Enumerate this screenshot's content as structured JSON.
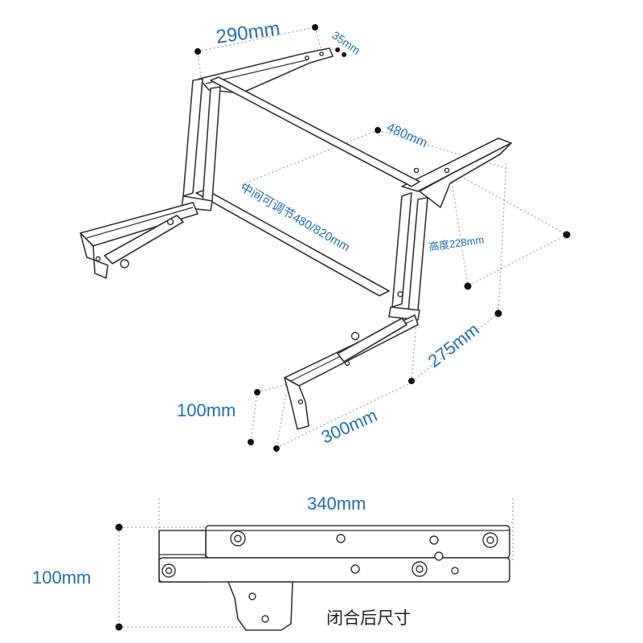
{
  "top_view": {
    "dim_290": "290mm",
    "dim_35": "35mm",
    "dim_480": "480mm",
    "dim_middle": "中间可调节480/820mm",
    "dim_height": "高度228mm",
    "dim_275": "275mm",
    "dim_100": "100mm",
    "dim_300": "300mm"
  },
  "closed_view": {
    "dim_340": "340mm",
    "dim_100": "100mm",
    "caption": "闭合后尺寸"
  },
  "colors": {
    "dimension_text": "#1f6fb2",
    "line": "#333333",
    "guide": "#999999"
  }
}
